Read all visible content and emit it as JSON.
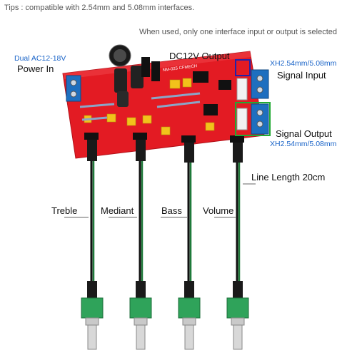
{
  "tips": {
    "line1": "Tips : compatible with 2.54mm and 5.08mm interfaces.",
    "line2": "When used, only one interface input or output is selected"
  },
  "power": {
    "voltage": "Dual AC12-18V",
    "label": "Power In"
  },
  "dc_output": "DC12V Output",
  "signal_input": {
    "spec": "XH2.54mm/5.08mm",
    "label": "Signal Input"
  },
  "signal_output": {
    "label": "Signal Output",
    "spec": "XH2.54mm/5.08mm"
  },
  "line_length": "Line Length 20cm",
  "knobs": {
    "treble": "Treble",
    "mediant": "Mediant",
    "bass": "Bass",
    "volume": "Volume"
  },
  "board_marking": "NM-025 CFMECH",
  "colors": {
    "board_red": "#e31b23",
    "terminal_blue": "#1e6fbf",
    "label_blue": "#1a64c8",
    "highlight_red": "#e32020",
    "highlight_green": "#22aa33",
    "pot_green": "#2fa35a",
    "wire_green": "#1f7a3a"
  }
}
